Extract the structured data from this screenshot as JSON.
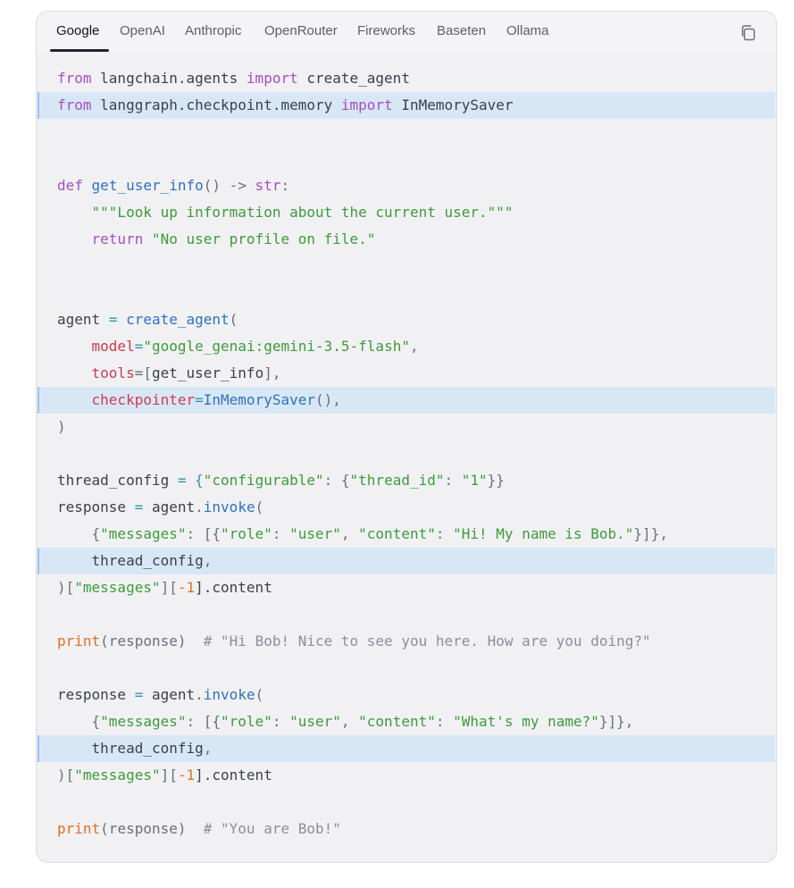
{
  "tabs": [
    {
      "label": "Google",
      "active": true
    },
    {
      "label": "OpenAI",
      "active": false
    },
    {
      "label": "Anthropic",
      "active": false
    },
    {
      "label": "OpenRouter",
      "active": false
    },
    {
      "label": "Fireworks",
      "active": false
    },
    {
      "label": "Baseten",
      "active": false
    },
    {
      "label": "Ollama",
      "active": false
    }
  ],
  "copy_icon": "copy-icon",
  "colors": {
    "keyword": "#a44ec8",
    "function": "#2f70c7",
    "string": "#3e9b3a",
    "parameter": "#d03a4e",
    "builtin": "#e2701c",
    "comment": "#8a8f9a",
    "highlight": "#d8e7f6"
  },
  "code": {
    "l1": {
      "t1": "from",
      "t2": " langchain.agents ",
      "t3": "import",
      "t4": " create_agent"
    },
    "l2": {
      "t1": "from",
      "t2": " langgraph.checkpoint.memory ",
      "t3": "import",
      "t4": " InMemorySaver"
    },
    "l5": {
      "t1": "def",
      "t2": "get_user_info",
      "t3": "() -> ",
      "t4": "str",
      "t5": ":"
    },
    "l6": {
      "t1": "\"\"\"Look up information about the current user.\"\"\""
    },
    "l7": {
      "t1": "return",
      "t2": "\"No user profile on file.\""
    },
    "l10": {
      "t1": "agent",
      "t2": " = ",
      "t3": "create_agent",
      "t4": "("
    },
    "l11": {
      "t1": "model",
      "t2": "=",
      "t3": "\"google_genai:gemini-3.5-flash\"",
      "t4": ","
    },
    "l12": {
      "t1": "tools",
      "t2": "=[",
      "t3": "get_user_info",
      "t4": "],"
    },
    "l13": {
      "t1": "checkpointer",
      "t2": "=",
      "t3": "InMemorySaver",
      "t4": "(),"
    },
    "l14": {
      "t1": ")"
    },
    "l16": {
      "t1": "thread_config",
      "t2": " = {",
      "t3": "\"configurable\"",
      "t4": ": {",
      "t5": "\"thread_id\"",
      "t6": ": ",
      "t7": "\"1\"",
      "t8": "}}"
    },
    "l17": {
      "t1": "response",
      "t2": " = ",
      "t3": "agent",
      "t4": ".",
      "t5": "invoke",
      "t6": "("
    },
    "l18": {
      "t1": "{",
      "t2": "\"messages\"",
      "t3": ": [{",
      "t4": "\"role\"",
      "t5": ": ",
      "t6": "\"user\"",
      "t7": ", ",
      "t8": "\"content\"",
      "t9": ": ",
      "t10": "\"Hi! My name is Bob.\"",
      "t11": "}]},"
    },
    "l19": {
      "t1": "thread_config",
      "t2": ","
    },
    "l20": {
      "t1": ")[",
      "t2": "\"messages\"",
      "t3": "][",
      "t4": "-1",
      "t5": "].content"
    },
    "l22": {
      "t1": "print",
      "t2": "(response)",
      "t3": "  # \"Hi Bob! Nice to see you here. How are you doing?\""
    },
    "l24": {
      "t1": "response",
      "t2": " = ",
      "t3": "agent",
      "t4": ".",
      "t5": "invoke",
      "t6": "("
    },
    "l25": {
      "t1": "{",
      "t2": "\"messages\"",
      "t3": ": [{",
      "t4": "\"role\"",
      "t5": ": ",
      "t6": "\"user\"",
      "t7": ", ",
      "t8": "\"content\"",
      "t9": ": ",
      "t10": "\"What's my name?\"",
      "t11": "}]},"
    },
    "l26": {
      "t1": "thread_config",
      "t2": ","
    },
    "l27": {
      "t1": ")[",
      "t2": "\"messages\"",
      "t3": "][",
      "t4": "-1",
      "t5": "].content"
    },
    "l29": {
      "t1": "print",
      "t2": "(response)",
      "t3": "  # \"You are Bob!\""
    }
  }
}
